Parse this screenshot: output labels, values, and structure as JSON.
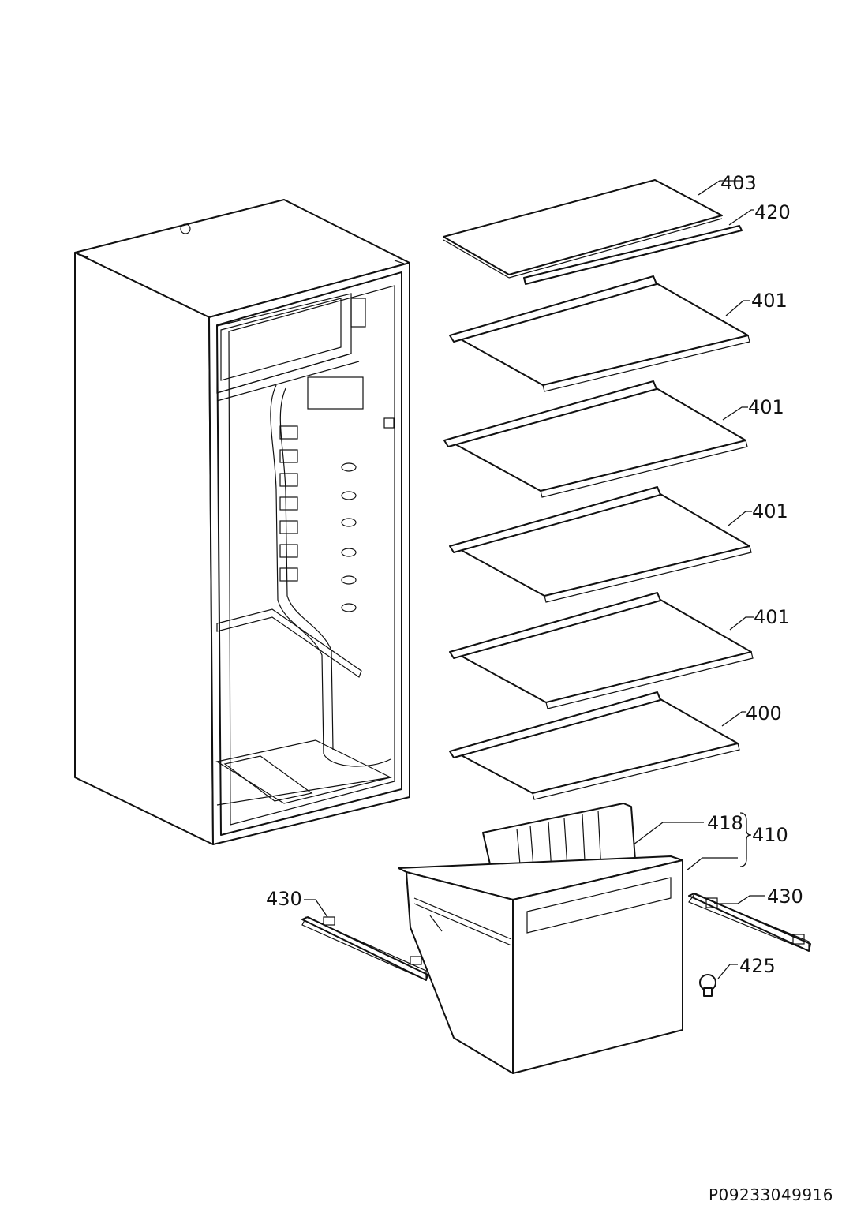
{
  "callouts": {
    "c403": "403",
    "c420": "420",
    "c401_1": "401",
    "c401_2": "401",
    "c401_3": "401",
    "c401_4": "401",
    "c400": "400",
    "c418": "418",
    "c410": "410",
    "c430_left": "430",
    "c430_right": "430",
    "c425": "425"
  },
  "document_number": "P09233049916"
}
